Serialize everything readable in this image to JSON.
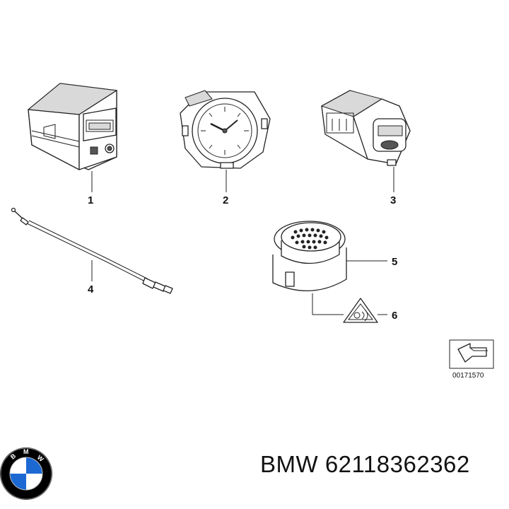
{
  "diagram": {
    "callouts": [
      "1",
      "2",
      "3",
      "4",
      "5",
      "6"
    ],
    "document_number": "00171570"
  },
  "logo": {
    "lettering": "BMW",
    "colors": {
      "blue": "#1c69d4",
      "black": "#000000",
      "white": "#ffffff"
    }
  },
  "brand_line": "BMW 62118362362"
}
